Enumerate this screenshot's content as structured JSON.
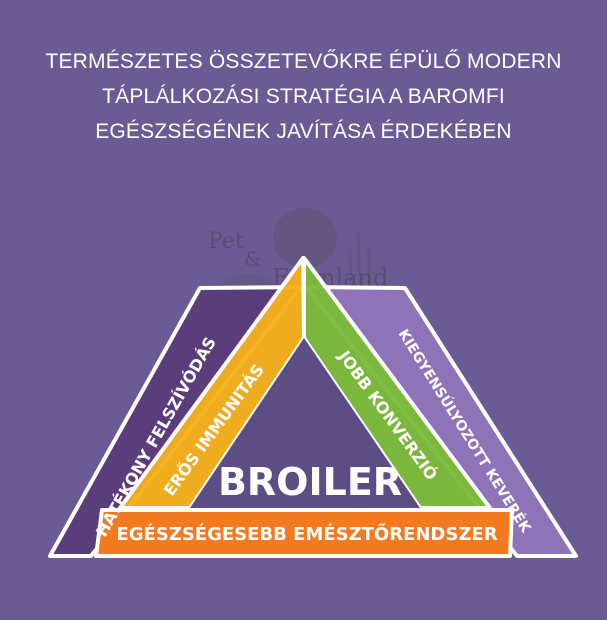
{
  "title": {
    "line1": "TERMÉSZETES ÖSSZETEVŐKRE ÉPÜLŐ MODERN",
    "line2": "TÁPLÁLKOZÁSI STRATÉGIA A BAROMFI",
    "line3": "EGÉSZSÉGÉNEK JAVÍTÁSA ÉRDEKÉBEN"
  },
  "watermark": {
    "word1": "Pet",
    "amp": "&",
    "word2": "Farmland"
  },
  "diagram": {
    "center_label": "BROILER",
    "bands": {
      "outer_left": "HATÉKONY FELSZÍVÓDÁS",
      "inner_left": "ERŐS IMMUNITÁS",
      "inner_right": "JOBB KONVERZIÓ",
      "outer_right": "KIEGYENSÚLYOZOTT KEVERÉK",
      "base": "EGÉSZSÉGESEBB EMÉSZTŐRENDSZER"
    },
    "colors": {
      "background": "#6b5b95",
      "outer_left": "#5a3d7a",
      "inner_left": "#f5b01a",
      "inner_right": "#7cbb3a",
      "outer_right": "#8f73b8",
      "base": "#f47a20",
      "center": "#5c4d84",
      "border": "#ffffff"
    }
  }
}
